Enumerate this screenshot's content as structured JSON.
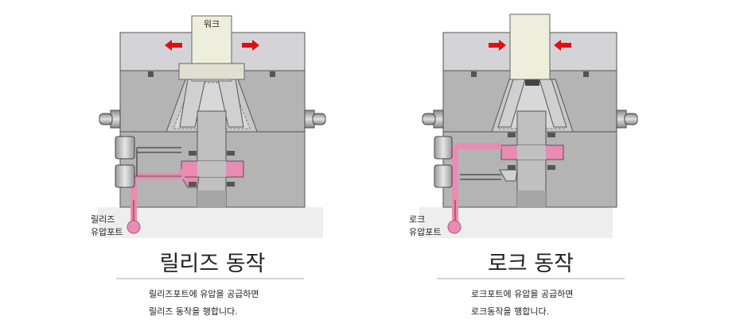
{
  "left": {
    "work_label": "워크",
    "port_label_line1": "릴리즈",
    "port_label_line2": "유압포트",
    "title": "릴리즈 동작",
    "desc_line1": "릴리즈포트에 유압을 공급하면",
    "desc_line2": "릴리즈 동작을 행합니다."
  },
  "right": {
    "port_label_line1": "로크",
    "port_label_line2": "유압포트",
    "title": "로크 동작",
    "desc_line1": "로크포트에 유압을 공급하면",
    "desc_line2": "로크동작을 행합니다."
  },
  "colors": {
    "body_top": "#d4d4d8",
    "body_mid": "#b4b4b4",
    "base": "#eeeeee",
    "work": "#eeeedd",
    "oil": "#e88cb4",
    "arrow": "#e01010"
  }
}
